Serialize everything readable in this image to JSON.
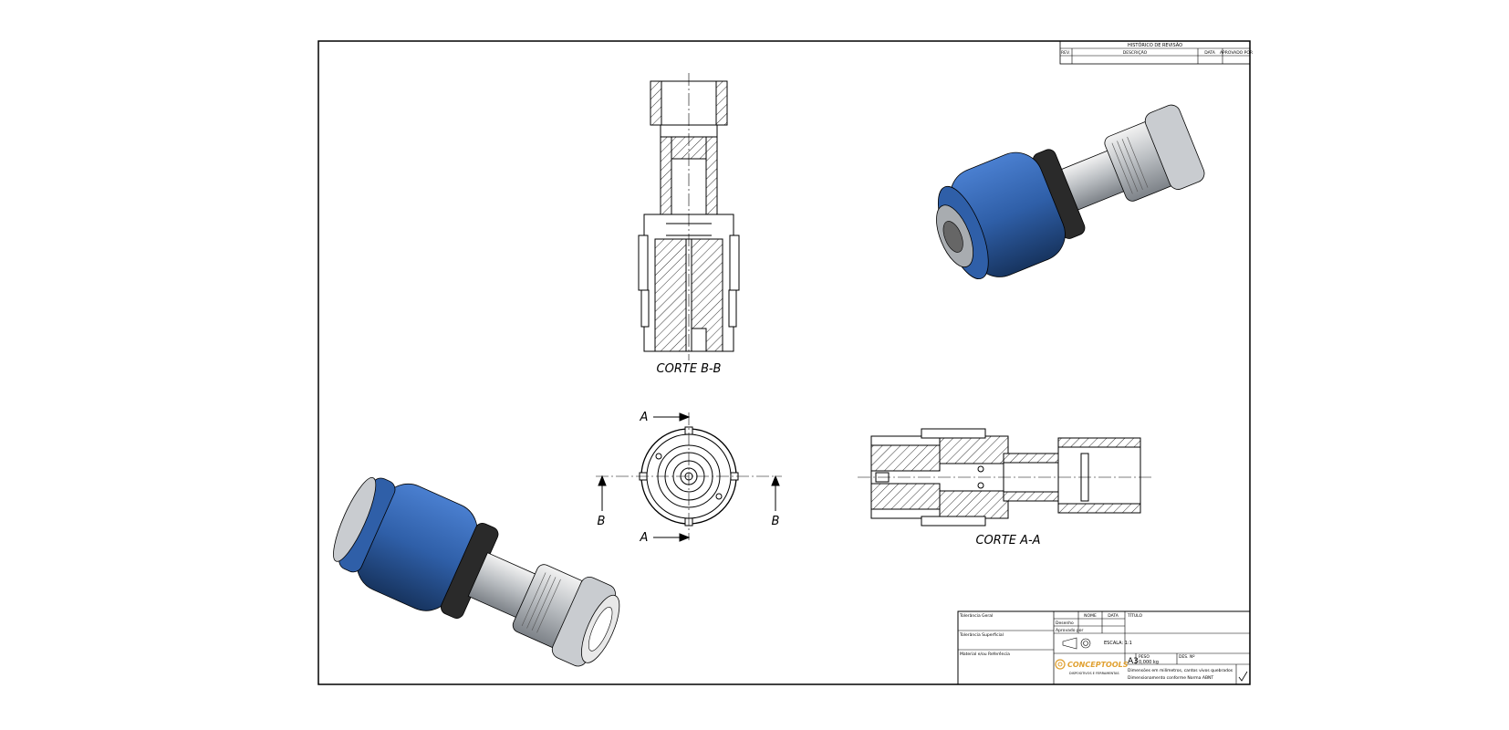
{
  "views": {
    "section_bb_label": "CORTE B-B",
    "section_aa_label": "CORTE A-A",
    "cut_a": "A",
    "cut_b": "B"
  },
  "revision_table": {
    "title": "HISTÓRICO DE REVISÃO",
    "col_rev": "REV.",
    "col_desc": "DESCRIÇÃO",
    "col_date": "DATA",
    "col_approved": "APROVADO POR"
  },
  "title_block": {
    "tolerance_general": "Tolerância Geral",
    "tolerance_surface": "Tolerância Superficial",
    "material": "Material e/ou Referência",
    "col_name": "NOME",
    "col_date": "DATA",
    "row_drawn": "Desenho",
    "row_approved": "Aprovado por",
    "title_label": "TÍTULO",
    "scale": "ESCALA: 1:1",
    "sheet_size": "A3",
    "weight_label": "PESO",
    "weight_value": "0,000 kg",
    "drawing_no_label": "DES. Nº",
    "note_line1": "Dimensões em milímetros, cantos vivos quebrados",
    "note_line2": "Dimensionamento conforme Norma ABNT",
    "logo_name": "CONCEPTOOLS",
    "logo_tagline": "DISPOSITIVOS E FERRAMENTAS",
    "logo_color": "#e0a030"
  },
  "colors": {
    "body_blue": "#2f5fa8",
    "body_blue_dark": "#1e3f75",
    "steel": "#b8bcc0",
    "dark_ring": "#2a2a2a"
  }
}
